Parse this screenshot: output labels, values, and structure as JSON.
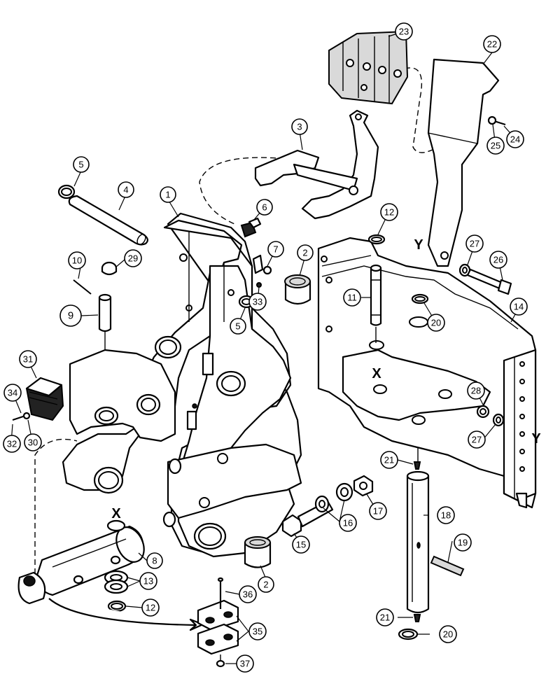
{
  "callouts": {
    "c1": "1",
    "c2a": "2",
    "c2b": "2",
    "c3": "3",
    "c4": "4",
    "c5a": "5",
    "c5b": "5",
    "c6": "6",
    "c7": "7",
    "c8": "8",
    "c9": "9",
    "c10": "10",
    "c11": "11",
    "c12a": "12",
    "c12b": "12",
    "c13": "13",
    "c14": "14",
    "c15": "15",
    "c16": "16",
    "c17": "17",
    "c18": "18",
    "c19": "19",
    "c20a": "20",
    "c20b": "20",
    "c21a": "21",
    "c21b": "21",
    "c22": "22",
    "c23": "23",
    "c24": "24",
    "c25": "25",
    "c26": "26",
    "c27a": "27",
    "c27b": "27",
    "c28": "28",
    "c29": "29",
    "c30": "30",
    "c31": "31",
    "c32": "32",
    "c33": "33",
    "c34": "34",
    "c35": "35",
    "c36": "36",
    "c37": "37"
  },
  "markers": {
    "x_top": "X",
    "x_cylinder": "X",
    "y_bracket": "Y",
    "y_frame": "Y"
  }
}
